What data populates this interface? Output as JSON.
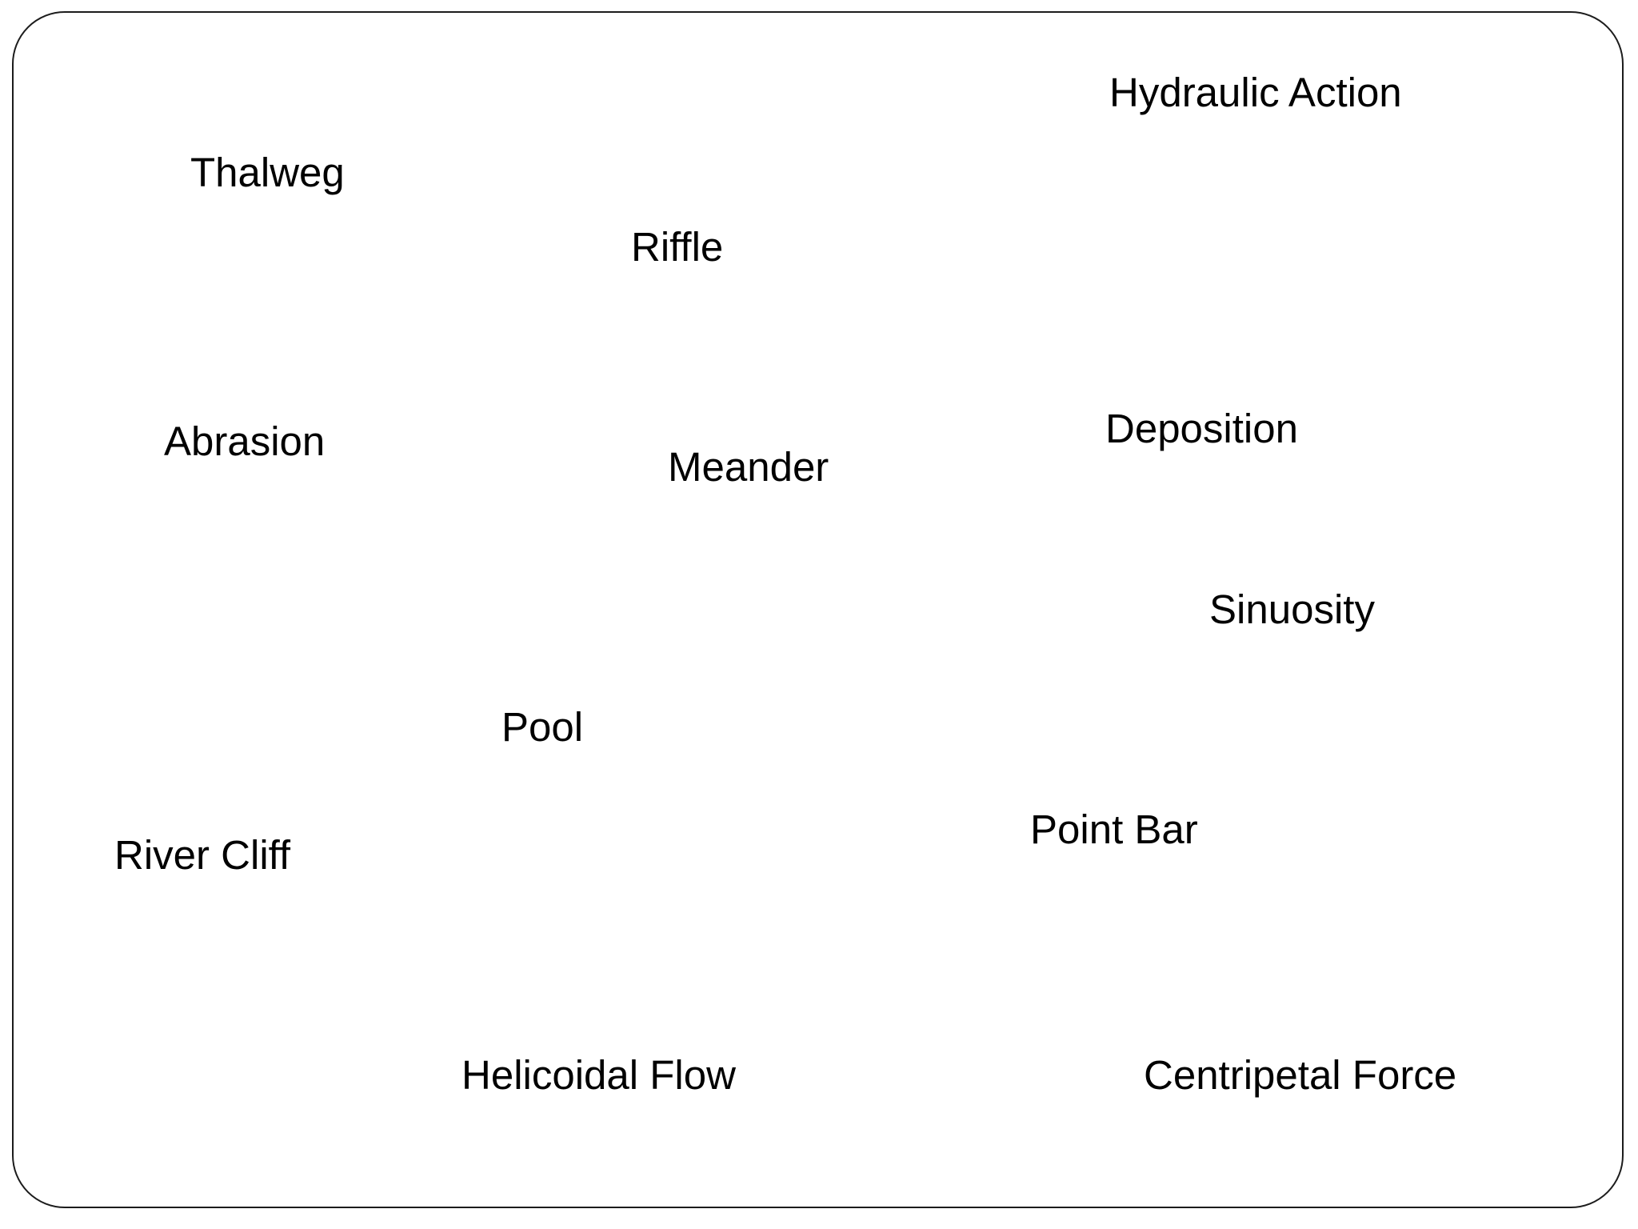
{
  "slide": {
    "background_color": "#ffffff",
    "border_color": "#1c1c1c",
    "text_color": "#000000",
    "labels": {
      "hydraulic_action": "Hydraulic Action",
      "thalweg": "Thalweg",
      "riffle": "Riffle",
      "abrasion": "Abrasion",
      "meander": "Meander",
      "deposition": "Deposition",
      "sinuosity": "Sinuosity",
      "pool": "Pool",
      "river_cliff": "River Cliff",
      "point_bar": "Point Bar",
      "helicoidal_flow": "Helicoidal Flow",
      "centripetal_force": "Centripetal Force"
    }
  }
}
